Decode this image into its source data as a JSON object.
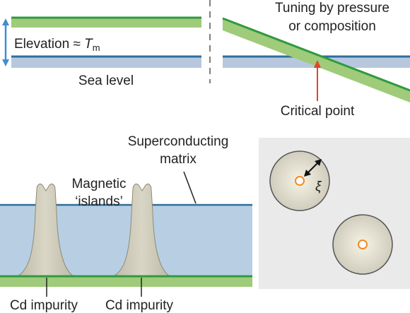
{
  "panel_a": {
    "elevation_label": "Elevation ≈ ",
    "elevation_var": "T",
    "elevation_sub": "m",
    "sea_level_label": "Sea level",
    "tuning_line1": "Tuning by pressure",
    "tuning_line2": "or composition",
    "critical_point_label": "Critical point"
  },
  "panel_b": {
    "superconducting_line1": "Superconducting",
    "superconducting_line2": "matrix",
    "magnetic_line1": "Magnetic",
    "magnetic_line2": "‘islands’",
    "impurity_left": "Cd impurity",
    "impurity_right": "Cd impurity",
    "xi_symbol": "ξ"
  },
  "colors": {
    "green_fill": "#9fcb7a",
    "green_edge": "#2f9a3e",
    "blue_fill": "#b7c8de",
    "blue_edge": "#2c6f9c",
    "water": "#b8cfe3",
    "island": "#cfcbb9",
    "panel_bg": "#eaeaea",
    "arrow_red": "#e0452b",
    "orange_ring": "#f28a22"
  }
}
